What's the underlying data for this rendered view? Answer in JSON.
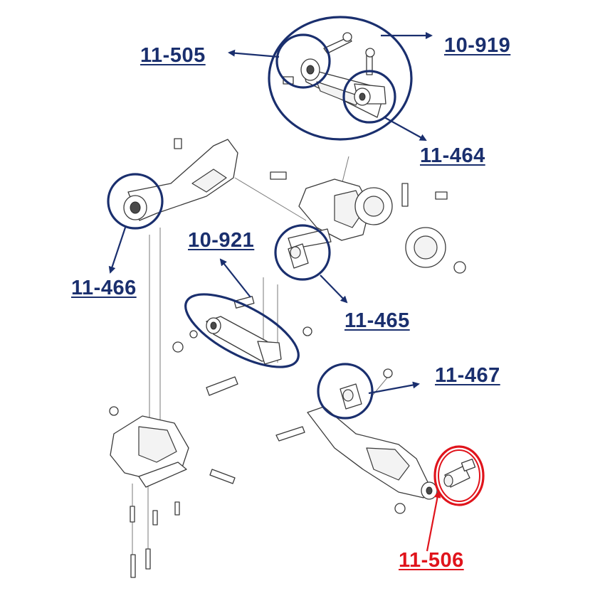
{
  "colors": {
    "callout_blue": "#1a2f6e",
    "callout_red": "#e0141c"
  },
  "labels": {
    "l_11_505": "11-505",
    "l_10_919": "10-919",
    "l_11_464": "11-464",
    "l_11_466": "11-466",
    "l_10_921": "10-921",
    "l_11_465": "11-465",
    "l_11_467": "11-467",
    "l_11_506": "11-506"
  }
}
